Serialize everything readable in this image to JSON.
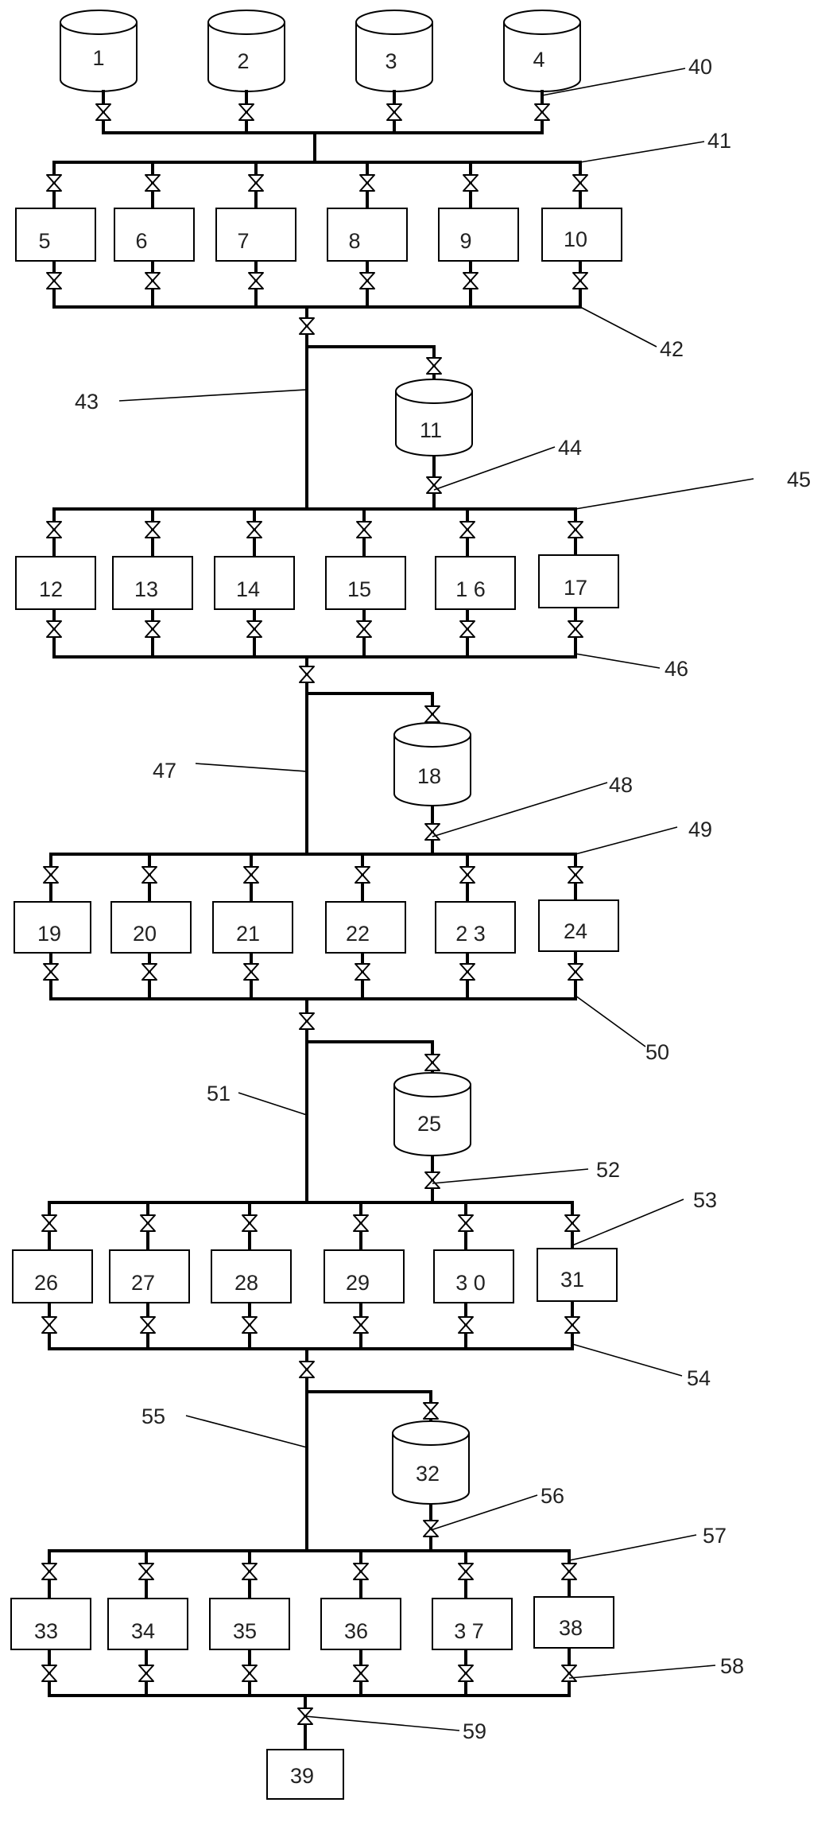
{
  "tanks": [
    {
      "label": "1"
    },
    {
      "label": "2"
    },
    {
      "label": "3"
    },
    {
      "label": "4"
    },
    {
      "label": "11"
    },
    {
      "label": "18"
    },
    {
      "label": "25"
    },
    {
      "label": "32"
    }
  ],
  "units": [
    [
      "5",
      "6",
      "7",
      "8",
      "9",
      "10"
    ],
    [
      "12",
      "13",
      "14",
      "15",
      "1 6",
      "17"
    ],
    [
      "19",
      "20",
      "21",
      "22",
      "2 3",
      "24"
    ],
    [
      "26",
      "27",
      "28",
      "29",
      "3 0",
      "31"
    ],
    [
      "33",
      "34",
      "35",
      "36",
      "3 7",
      "38"
    ]
  ],
  "final_unit": "39",
  "refs": [
    "40",
    "41",
    "42",
    "43",
    "44",
    "45",
    "46",
    "47",
    "48",
    "49",
    "50",
    "51",
    "52",
    "53",
    "54",
    "55",
    "56",
    "57",
    "58",
    "59"
  ]
}
